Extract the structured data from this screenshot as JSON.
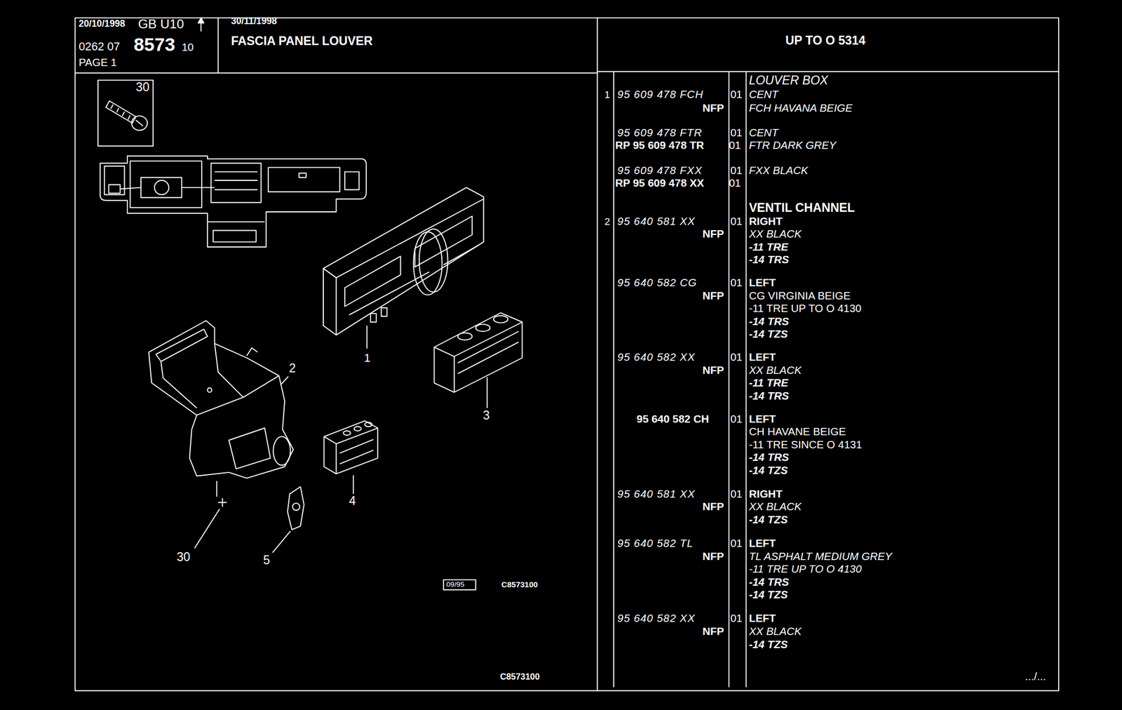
{
  "diagram": {
    "title": "FASCIA PANEL LOUVER",
    "labels": [
      "20/10/1998",
      "GB U10",
      "0262 07",
      "8573",
      "10",
      "PAGE 1",
      "30/11/1998",
      "UP TO O 5314",
      "30",
      "1",
      "2",
      "3",
      "4",
      "5",
      "30",
      "09/95",
      "C8573100",
      "C8573100",
      "LOUVER BOX",
      "1",
      "95 609 478 FCH",
      "01",
      "CENT",
      "NFP",
      "FCH HAVANA BEIGE",
      "95 609 478 FTR",
      "01",
      "CENT",
      "RP 95 609 478 TR",
      "01",
      "FTR DARK GREY",
      "95 609 478 FXX",
      "01",
      "FXX BLACK",
      "RP 95 609 478 XX",
      "01",
      "VENTIL CHANNEL",
      "2",
      "95 640 581 XX",
      "01",
      "RIGHT",
      "NFP",
      "XX BLACK",
      "-11 TRE",
      "-14 TRS",
      "95 640 582 CG",
      "01",
      "LEFT",
      "NFP",
      "CG VIRGINIA BEIGE",
      "-11 TRE UP TO O 4130",
      "-14 TRS",
      "-14 TZS",
      "95 640 582 XX",
      "01",
      "LEFT",
      "NFP",
      "XX BLACK",
      "-11 TRE",
      "-14 TRS",
      "95 640 582 CH",
      "01",
      "LEFT",
      "CH HAVANE BEIGE",
      "-11 TRE SINCE O 4131",
      "-14 TRS",
      "-14 TZS",
      "95 640 581 XX",
      "01",
      "RIGHT",
      "NFP",
      "XX BLACK",
      "-14 TZS",
      "95 640 582 TL",
      "01",
      "LEFT",
      "NFP",
      "TL ASPHALT MEDIUM GREY",
      "-11 TRE UP TO O 4130",
      "-14 TRS",
      "-14 TZS",
      "95 640 582 XX",
      "01",
      "LEFT",
      "NFP",
      "XX BLACK",
      "-14 TZS",
      ".../..."
    ]
  }
}
